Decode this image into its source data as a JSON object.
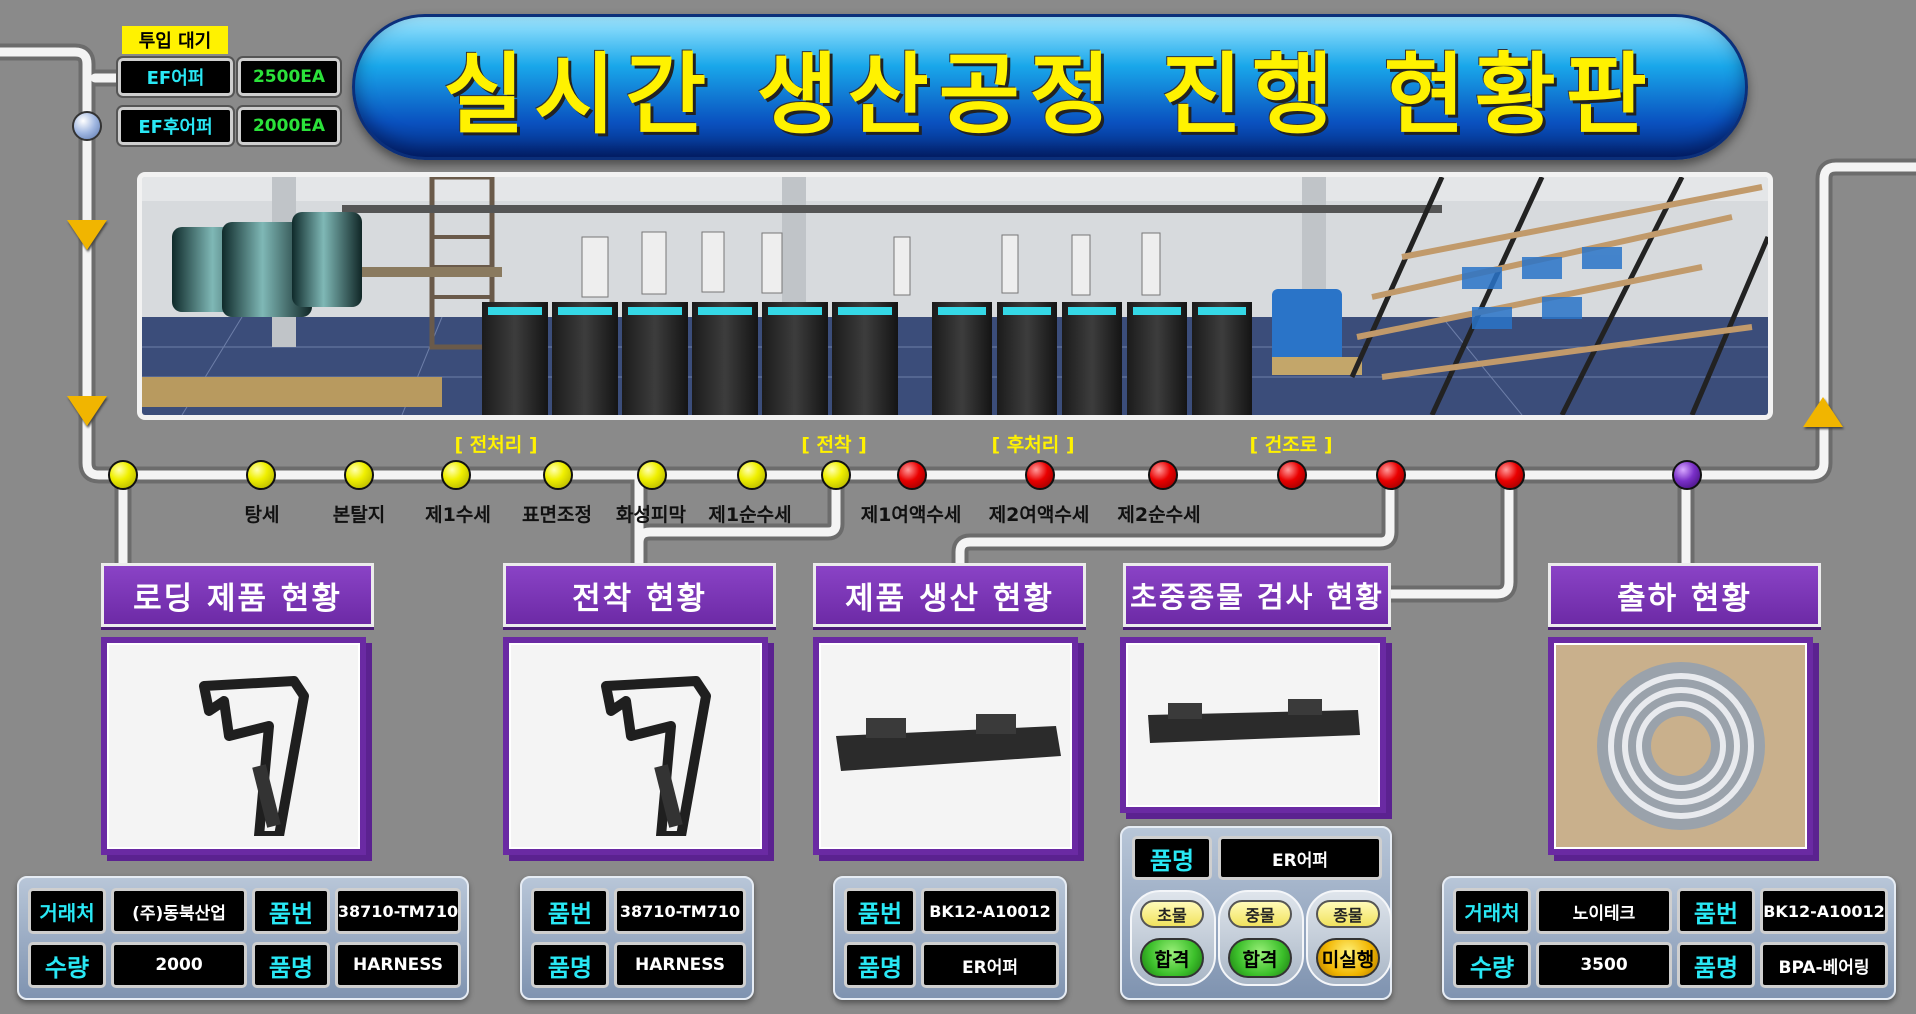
{
  "title": "실시간 생산공정 진행 현황판",
  "input_wait": {
    "label": "투입 대기",
    "rows": [
      {
        "item": "EF어퍼",
        "qty": "2500EA"
      },
      {
        "item": "EF후어퍼",
        "qty": "2000EA"
      }
    ]
  },
  "process": {
    "groups": [
      "[ 전처리 ]",
      "[ 전착 ]",
      "[ 후처리 ]",
      "[ 건조로 ]"
    ],
    "steps": [
      "탕세",
      "본탈지",
      "제1수세",
      "표면조정",
      "화성피막",
      "제1순수세",
      "제1여액수세",
      "제2여액수세",
      "제2순수세"
    ]
  },
  "sections": {
    "loading": {
      "header": "로딩 제품 현황",
      "client_label": "거래처",
      "client": "(주)동북산업",
      "part_no_label": "품번",
      "part_no": "38710-TM710",
      "qty_label": "수량",
      "qty": "2000",
      "part_name_label": "품명",
      "part_name": "HARNESS"
    },
    "electro": {
      "header": "전착 현황",
      "part_no_label": "품번",
      "part_no": "38710-TM710",
      "part_name_label": "품명",
      "part_name": "HARNESS"
    },
    "production": {
      "header": "제품 생산 현황",
      "part_no_label": "품번",
      "part_no": "BK12-A10012",
      "part_name_label": "품명",
      "part_name": "ER어퍼"
    },
    "inspection": {
      "header": "초중종물 검사 현황",
      "part_name_label": "품명",
      "part_name": "ER어퍼",
      "checks": [
        {
          "stage": "초물",
          "result": "합격",
          "status": "pass"
        },
        {
          "stage": "중물",
          "result": "합격",
          "status": "pass"
        },
        {
          "stage": "종물",
          "result": "미실행",
          "status": "pending"
        }
      ]
    },
    "shipping": {
      "header": "출하 현황",
      "client_label": "거래처",
      "client": "노이테크",
      "part_no_label": "품번",
      "part_no": "BK12-A10012",
      "qty_label": "수량",
      "qty": "3500",
      "part_name_label": "품명",
      "part_name": "BPA-베어링"
    }
  },
  "colors": {
    "title_text": "#fff200",
    "header_bg": "#7a35b8",
    "pass": "#3bbf2a",
    "pending": "#f1b500",
    "label_text": "#29e8f5"
  }
}
